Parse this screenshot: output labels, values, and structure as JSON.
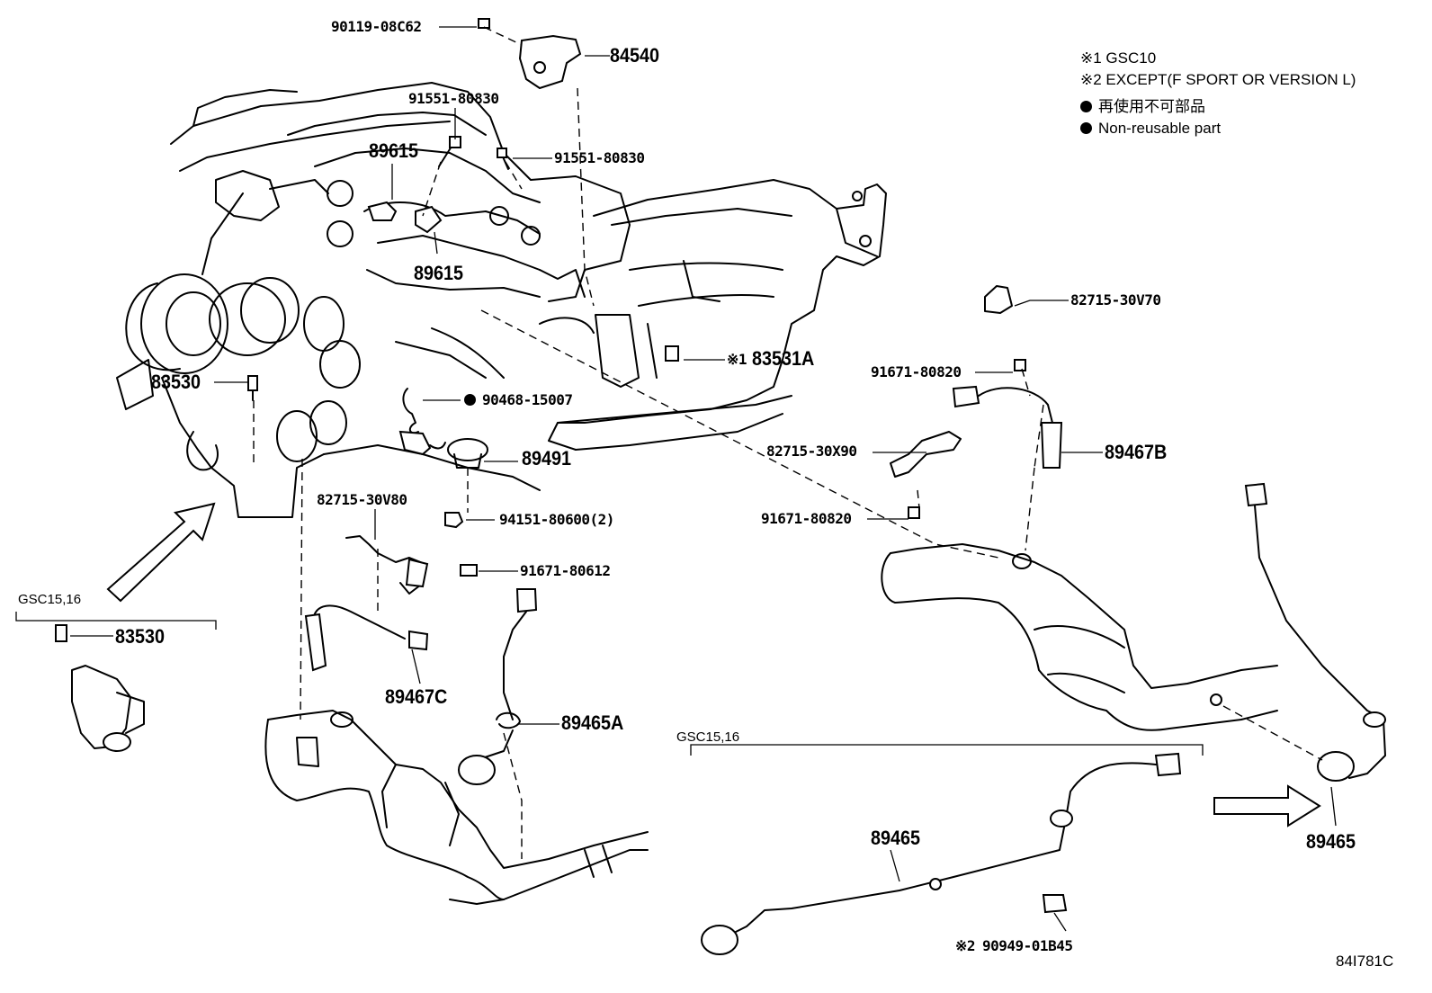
{
  "notes": {
    "note1": "※1 GSC10",
    "note2": "※2 EXCEPT(F SPORT OR VERSION L)",
    "legend_jp": "再使用不可部品",
    "legend_en": "Non-reusable part"
  },
  "labels": {
    "p_90119": "90119-08C62",
    "p_84540": "84540",
    "p_91551_a": "91551-80830",
    "p_91551_b": "91551-80830",
    "p_89615_a": "89615",
    "p_89615_b": "89615",
    "p_83531a_prefix": "※1",
    "p_83531a": "83531A",
    "p_83530_main": "83530",
    "p_90468": "90468-15007",
    "p_89491": "89491",
    "p_82715_30v80": "82715-30V80",
    "p_94151": "94151-80600(2)",
    "p_91671_80612": "91671-80612",
    "gsc_left": "GSC15,16",
    "p_83530_gsc": "83530",
    "p_89467c": "89467C",
    "p_89465a": "89465A",
    "p_82715_30v70": "82715-30V70",
    "p_91671_80820_a": "91671-80820",
    "p_82715_30x90": "82715-30X90",
    "p_89467b": "89467B",
    "p_91671_80820_b": "91671-80820",
    "gsc_bottom": "GSC15,16",
    "p_89465_bottom": "89465",
    "p_89465_right": "89465",
    "p_90949_prefix": "※2",
    "p_90949": "90949-01B45",
    "illustration_code": "84I781C"
  }
}
